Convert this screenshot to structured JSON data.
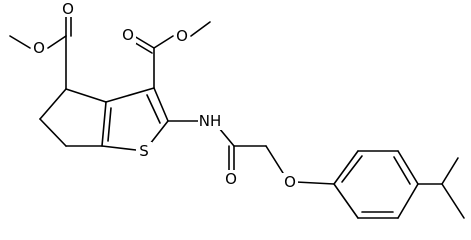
{
  "structure": {
    "atoms": {
      "O_ester1_methoxy": "O",
      "O_ester1_carbonyl": "O",
      "O_ester2_methoxy": "O",
      "O_ester2_carbonyl": "O",
      "N_amide": "NH",
      "S_thiophene": "S",
      "O_amide_carbonyl": "O",
      "O_ether": "O"
    }
  },
  "colors": {
    "bond": "#000000",
    "label": "#000000",
    "background": "#ffffff"
  }
}
